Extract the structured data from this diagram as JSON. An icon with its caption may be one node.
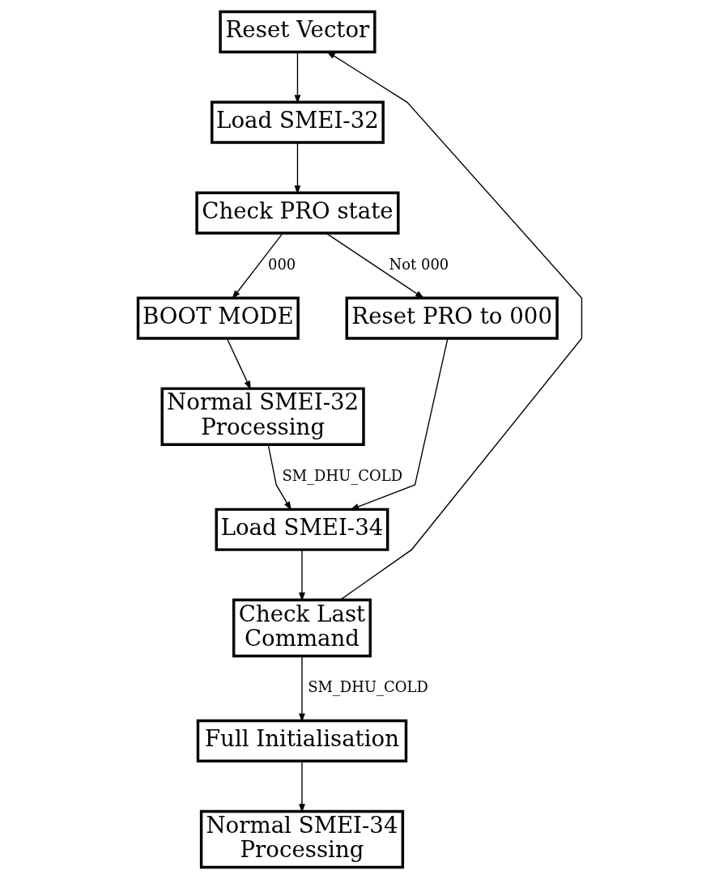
{
  "diagram": {
    "nodes": [
      {
        "text": [
          "Reset Vector"
        ]
      },
      {
        "text": [
          "Load SMEI-32"
        ]
      },
      {
        "text": [
          "Check PRO state"
        ]
      },
      {
        "text": [
          "BOOT MODE"
        ]
      },
      {
        "text": [
          "Reset PRO to 000"
        ]
      },
      {
        "text": [
          "Normal SMEI-32 Processing"
        ]
      },
      {
        "text": [
          "Load SMEI-34"
        ]
      },
      {
        "text": [
          "Check Last Command"
        ]
      },
      {
        "text": [
          "Full Initialisation"
        ]
      },
      {
        "text": [
          "Normal SMEI-34 Processing"
        ]
      }
    ],
    "edges": [
      {
        "from": 0,
        "to": 1,
        "arrow": "to"
      },
      {
        "from": 1,
        "to": 2,
        "arrow": "to"
      },
      {
        "from": 2,
        "to": 3,
        "arrow": "to",
        "label": "000"
      },
      {
        "from": 2,
        "to": 4,
        "arrow": "to",
        "label": "Not 000"
      },
      {
        "from": 3,
        "to": 5,
        "arrow": "to"
      },
      {
        "from": 5,
        "to": 6,
        "arrow": "to",
        "label": "SM_DHU_COLD"
      },
      {
        "from": 4,
        "to": 6,
        "arrow": "to"
      },
      {
        "from": 6,
        "to": 7,
        "arrow": "to"
      },
      {
        "from": 7,
        "to": 8,
        "arrow": "to",
        "label": "SM_DHU_COLD"
      },
      {
        "from": 8,
        "to": 9,
        "arrow": "to"
      },
      {
        "from": 7,
        "to": 0,
        "arrow": "to"
      }
    ]
  }
}
